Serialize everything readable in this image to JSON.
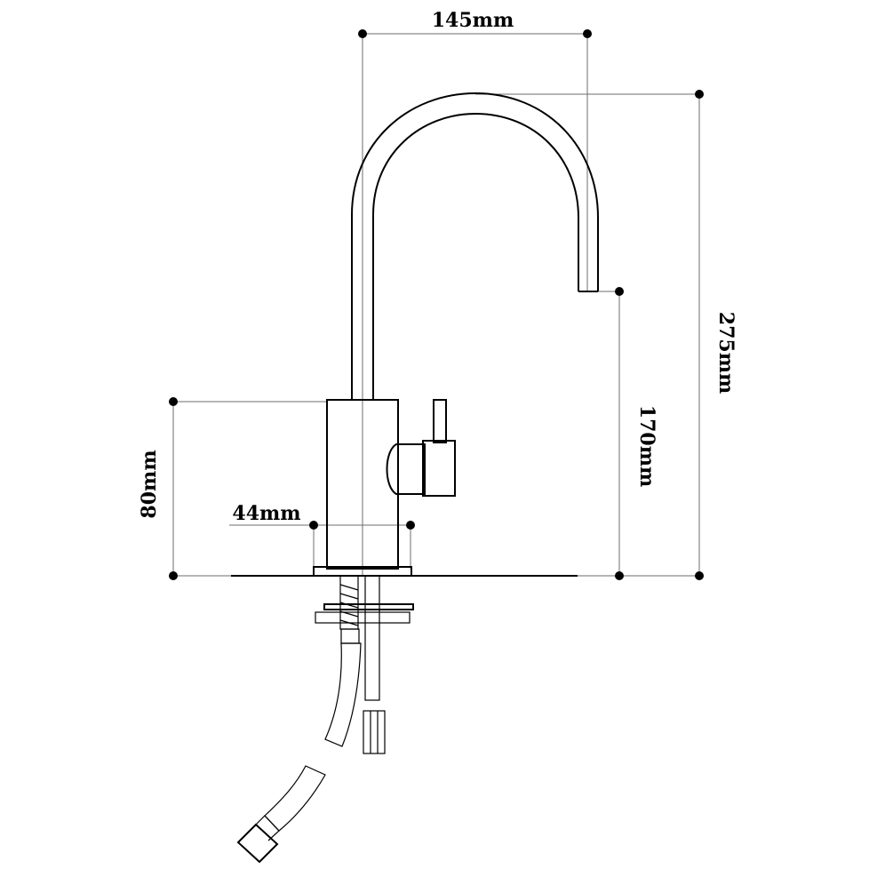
{
  "dimensions": {
    "spout_reach": "145mm",
    "total_height": "275mm",
    "spout_height": "170mm",
    "body_height": "80mm",
    "base_diameter": "44mm"
  },
  "colors": {
    "line": "#000000",
    "extension": "#6e6e6e",
    "background": "#ffffff"
  }
}
